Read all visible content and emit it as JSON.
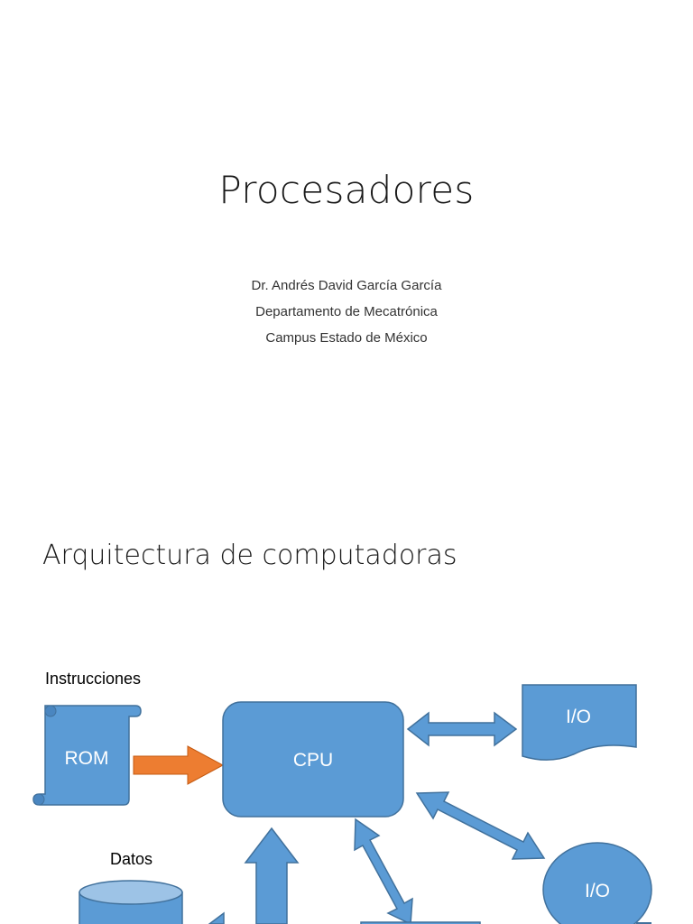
{
  "slide1": {
    "title": "Procesadores",
    "author": "Dr. Andrés David García García",
    "department": "Departamento de Mecatrónica",
    "campus": "Campus Estado de México"
  },
  "slide2": {
    "heading": "Arquitectura de computadoras",
    "label_instrucciones": "Instrucciones",
    "label_datos": "Datos",
    "rom_label": "ROM",
    "cpu_label": "CPU",
    "io_doc_label": "I/O",
    "io_circle_label": "I/O"
  },
  "colors": {
    "shape_fill": "#5b9bd5",
    "shape_stroke": "#41719c",
    "arrow_orange": "#ed7d31",
    "cylinder_top": "#9dc3e6"
  }
}
